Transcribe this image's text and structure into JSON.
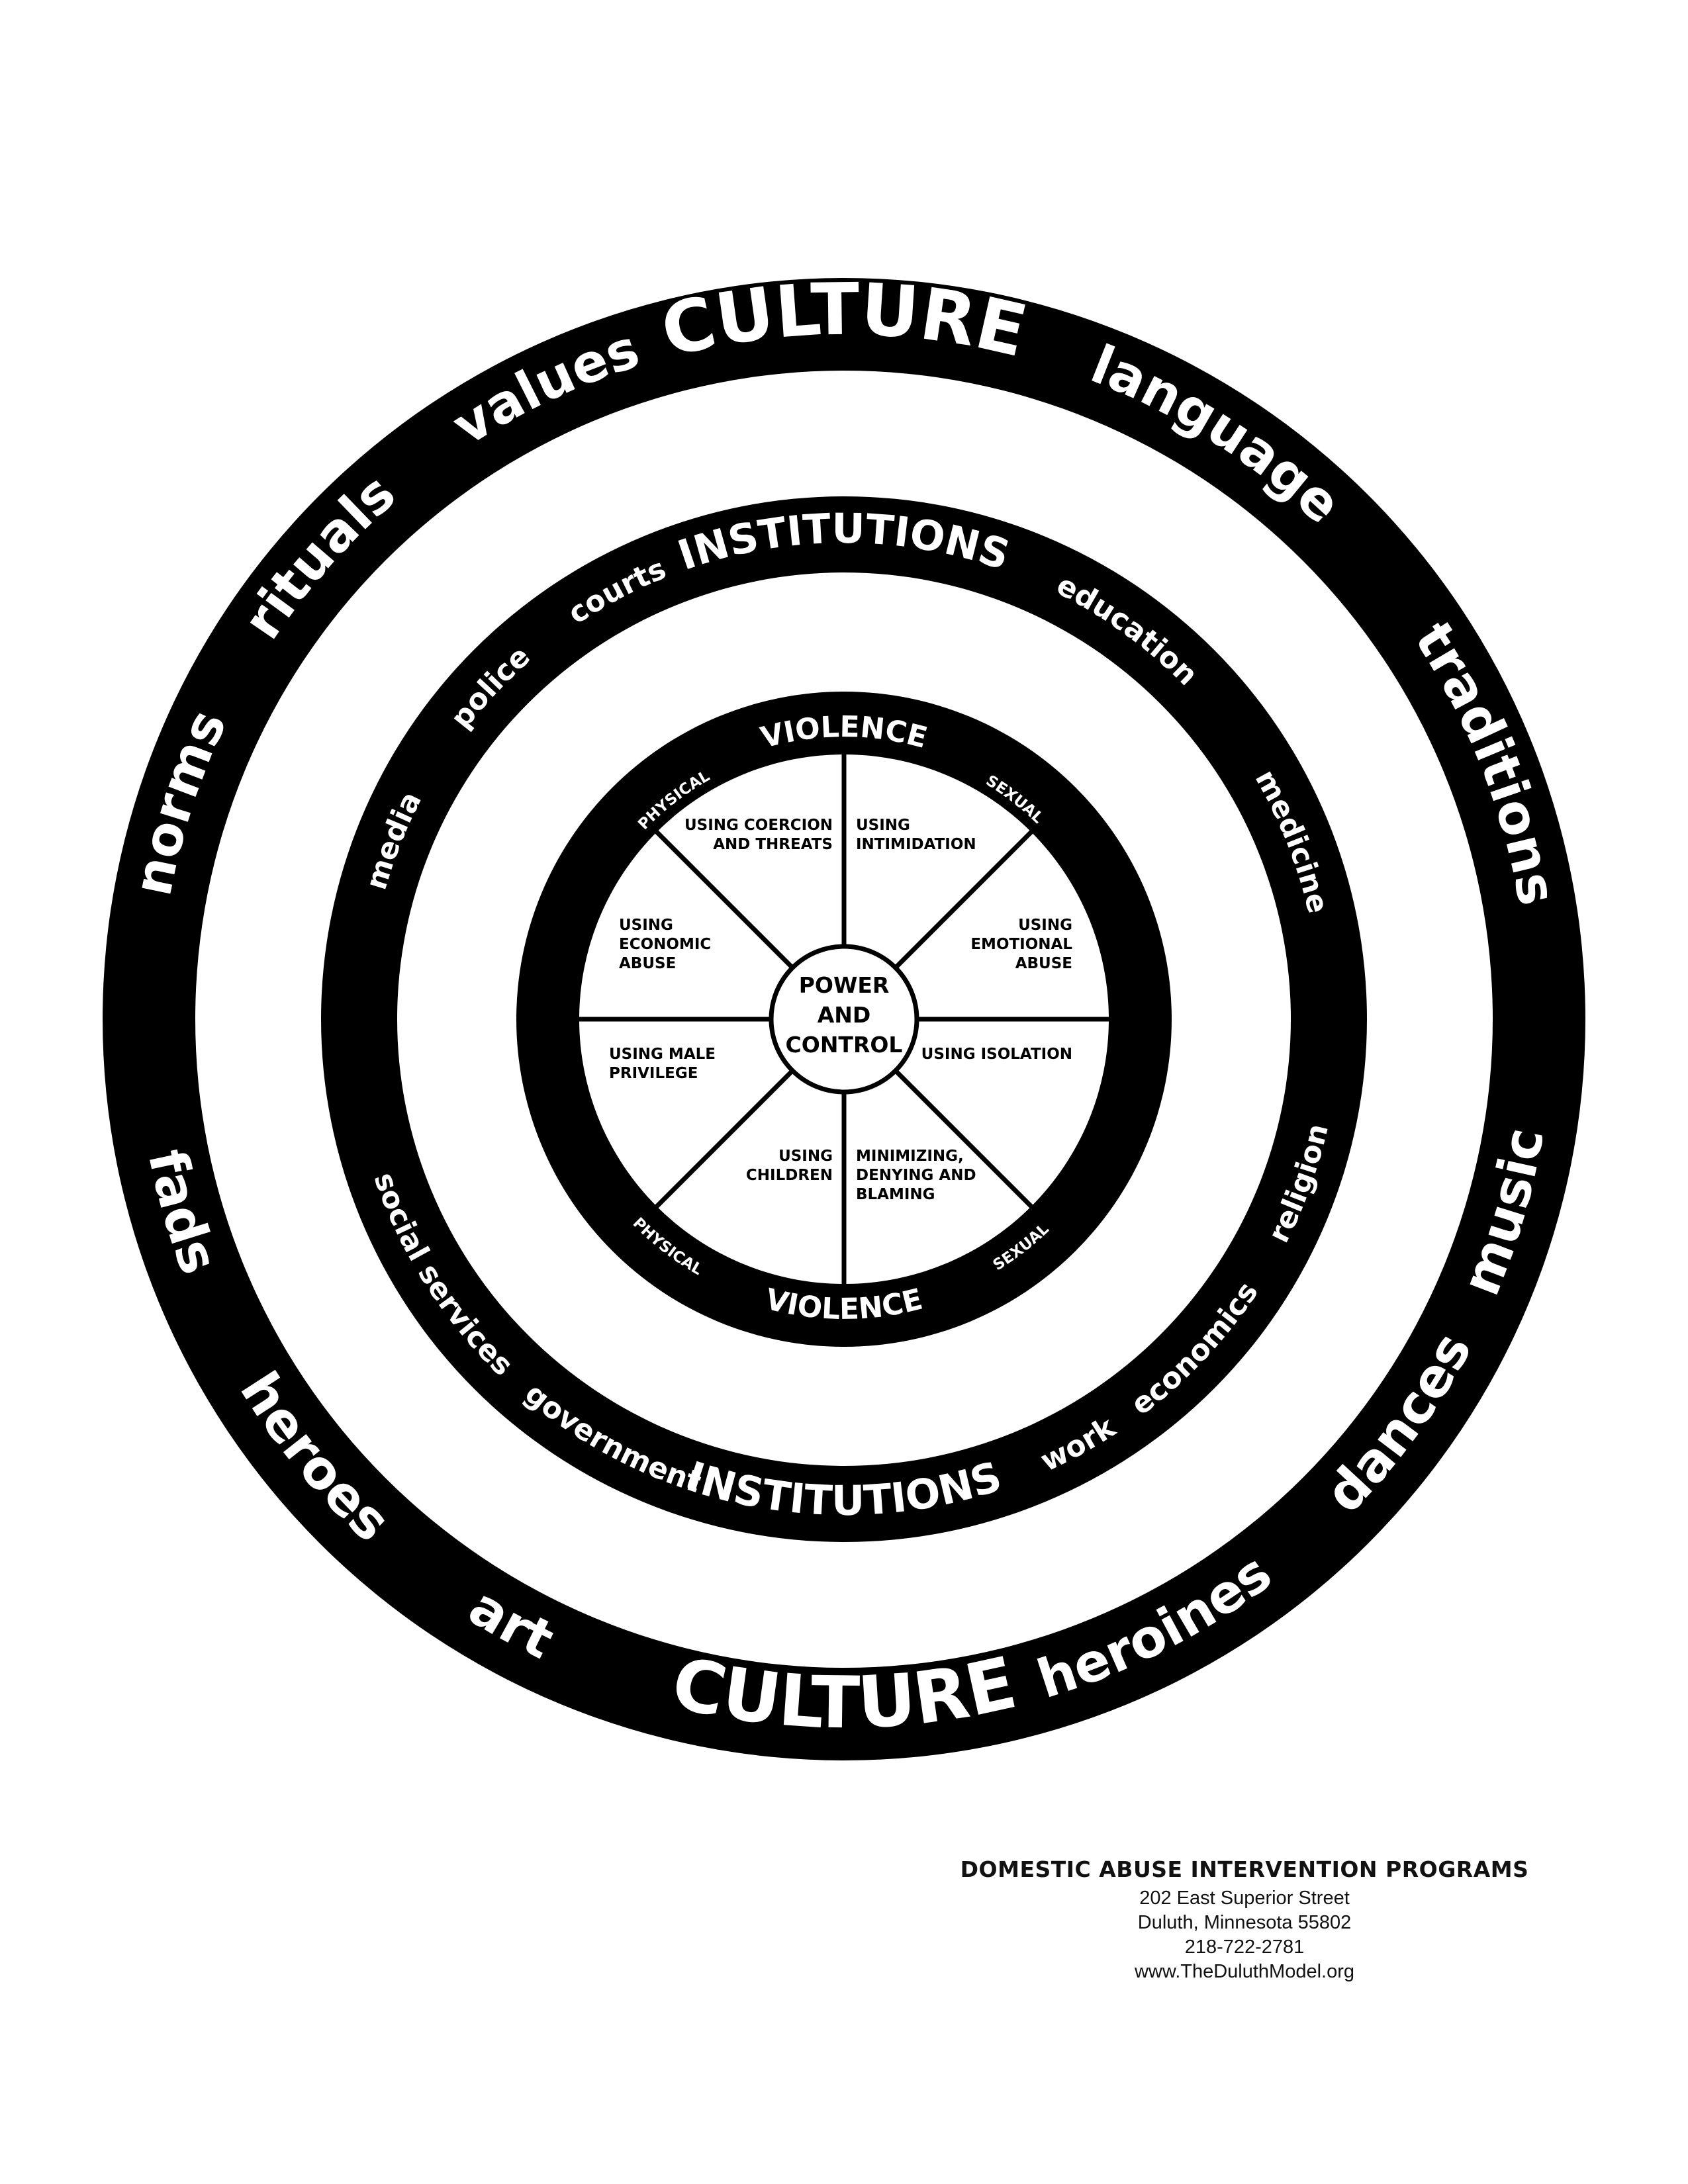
{
  "culture": {
    "title_top": "CULTURE",
    "title_bottom": "CULTURE",
    "top_words": [
      "norms",
      "rituals",
      "values",
      "language",
      "traditions"
    ],
    "bottom_words": [
      "fads",
      "heroes",
      "art",
      "heroines",
      "dances",
      "music"
    ]
  },
  "institutions": {
    "title_top": "INSTITUTIONS",
    "title_bottom": "INSTITUTIONS",
    "top_words": [
      "media",
      "police",
      "courts",
      "education",
      "medicine"
    ],
    "bottom_words": [
      "social services",
      "government",
      "work",
      "economics",
      "religion"
    ]
  },
  "violence": {
    "title_top": "VIOLENCE",
    "title_bottom": "VIOLENCE",
    "physical_top": "PHYSICAL",
    "sexual_top": "SEXUAL",
    "physical_bottom": "PHYSICAL",
    "sexual_bottom": "SEXUAL"
  },
  "hub": {
    "lines": [
      "POWER",
      "AND",
      "CONTROL"
    ]
  },
  "segments": [
    {
      "name": "coercion",
      "lines": [
        "USING COERCION",
        "AND THREATS"
      ]
    },
    {
      "name": "intimidation",
      "lines": [
        "USING",
        "INTIMIDATION"
      ]
    },
    {
      "name": "emotional-abuse",
      "lines": [
        "USING",
        "EMOTIONAL",
        "ABUSE"
      ]
    },
    {
      "name": "isolation",
      "lines": [
        "USING ISOLATION"
      ]
    },
    {
      "name": "minimizing",
      "lines": [
        "MINIMIZING,",
        "DENYING AND",
        "BLAMING"
      ]
    },
    {
      "name": "children",
      "lines": [
        "USING",
        "CHILDREN"
      ]
    },
    {
      "name": "male-privilege",
      "lines": [
        "USING MALE",
        "PRIVILEGE"
      ]
    },
    {
      "name": "economic-abuse",
      "lines": [
        "USING",
        "ECONOMIC",
        "ABUSE"
      ]
    }
  ],
  "footer": {
    "org": "DOMESTIC ABUSE INTERVENTION PROGRAMS",
    "address": "202 East Superior Street",
    "city": "Duluth, Minnesota 55802",
    "phone": "218-722-2781",
    "website": "www.TheDuluthModel.org"
  },
  "colors": {
    "ink": "#000000",
    "paper": "#ffffff"
  }
}
